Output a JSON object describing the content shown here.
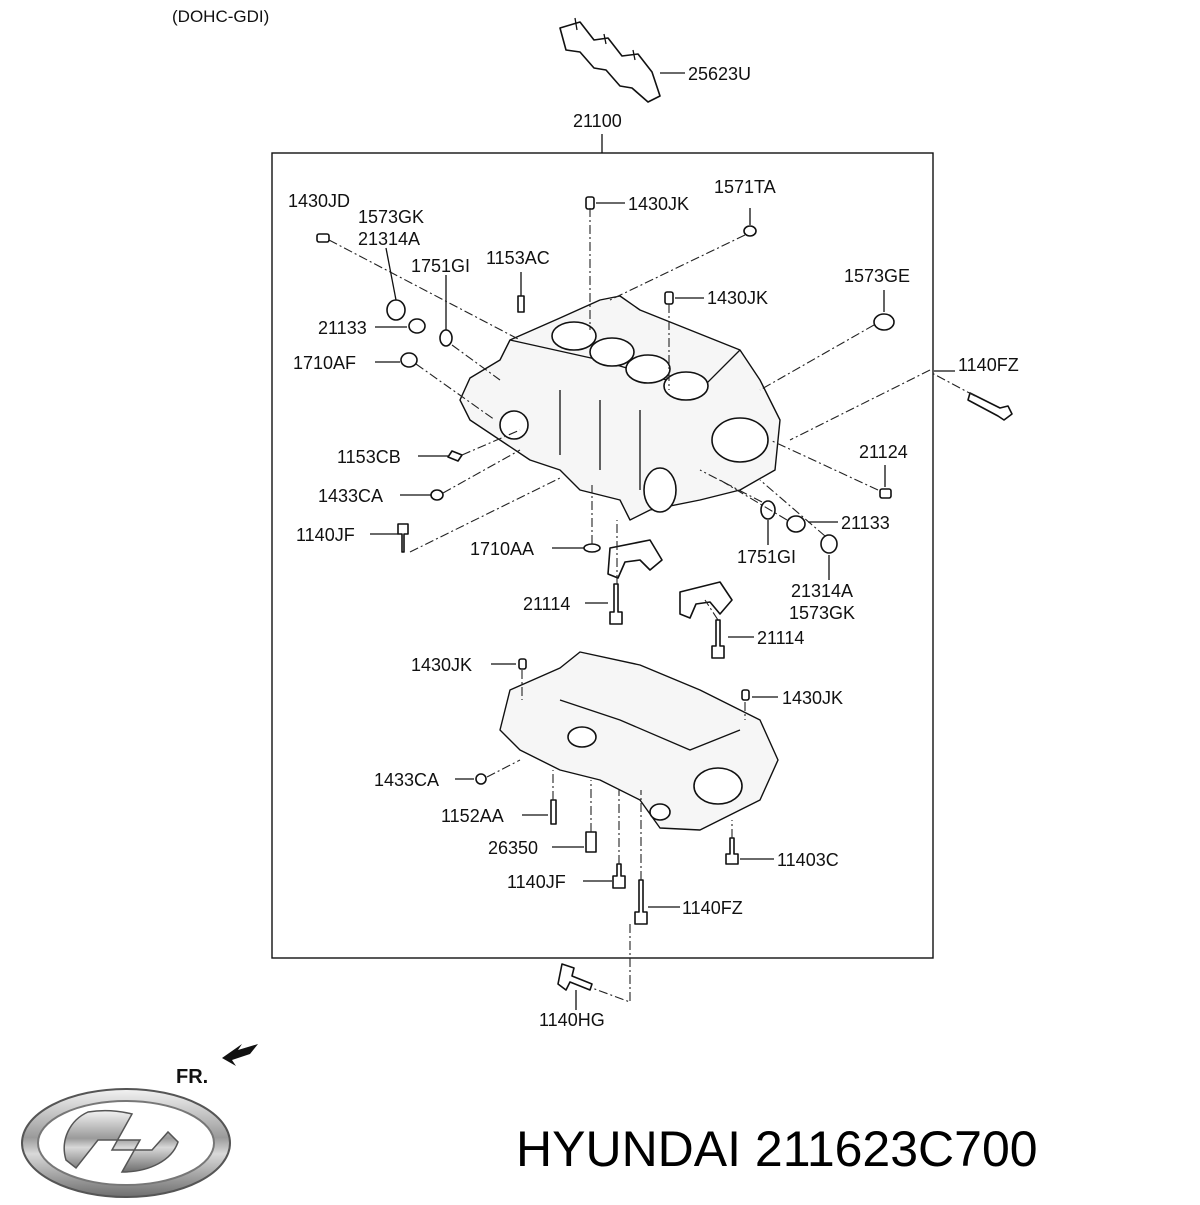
{
  "header": {
    "variant": "(DOHC-GDI)"
  },
  "assembly": {
    "number": "21100",
    "gasket_number": "25623U"
  },
  "labels": {
    "l1430JD": "1430JD",
    "l1573GK_top": "1573GK",
    "l21314A_top": "21314A",
    "l1751GI_top": "1751GI",
    "l1153AC": "1153AC",
    "l1430JK_a": "1430JK",
    "l1571TA": "1571TA",
    "l1430JK_b": "1430JK",
    "l1573GE": "1573GE",
    "l21133_left": "21133",
    "l1710AF": "1710AF",
    "l1140FZ_right": "1140FZ",
    "l1153CB": "1153CB",
    "l21124": "21124",
    "l1433CA_top": "1433CA",
    "l21133_right": "21133",
    "l1140JF_top": "1140JF",
    "l1710AA": "1710AA",
    "l1751GI_bottom": "1751GI",
    "l21314A_bottom": "21314A",
    "l1573GK_bottom": "1573GK",
    "l21114_left": "21114",
    "l21114_right": "21114",
    "l1430JK_c": "1430JK",
    "l1430JK_d": "1430JK",
    "l1433CA_bottom": "1433CA",
    "l1152AA": "1152AA",
    "l26350": "26350",
    "l11403C": "11403C",
    "l1140JF_bottom": "1140JF",
    "l1140FZ_bottom": "1140FZ",
    "l1140HG": "1140HG"
  },
  "direction": {
    "label": "FR."
  },
  "footer": {
    "brand_text": "HYUNDAI 211623C700",
    "logo_icon": "hyundai-logo-icon"
  }
}
